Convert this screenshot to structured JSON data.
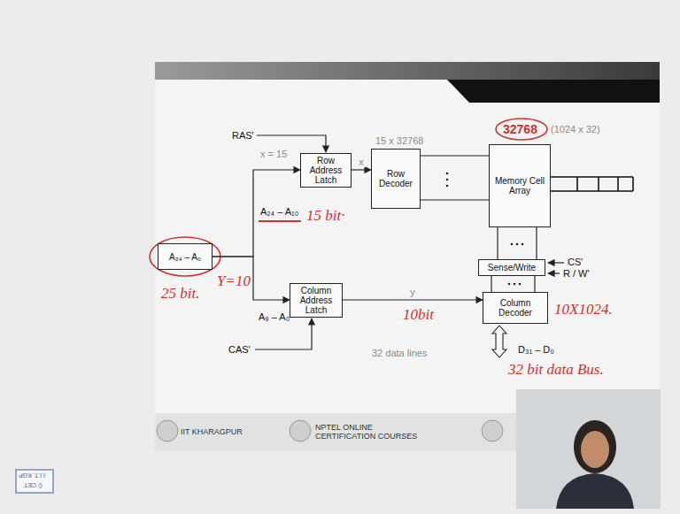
{
  "diagram": {
    "nodes": [
      {
        "text": [
          "Row Address Latch"
        ]
      },
      {
        "text": [
          "Row Decoder"
        ]
      },
      {
        "text": [
          "Memory Cell Array"
        ]
      },
      {
        "text": [
          "A₂₄ – A₀"
        ]
      },
      {
        "text": [
          "Column Address Latch"
        ]
      },
      {
        "text": [
          "Sense/Write"
        ]
      },
      {
        "text": [
          "Column Decoder"
        ]
      }
    ],
    "edges": [
      {
        "from": 3,
        "to": 0,
        "arrow": "to"
      },
      {
        "from": 3,
        "to": 4,
        "arrow": "to"
      },
      {
        "from": 0,
        "to": 1,
        "label": "x",
        "arrow": "to"
      },
      {
        "from": 1,
        "to": 2,
        "arrow": "none"
      },
      {
        "from": 4,
        "to": 6,
        "label": "y",
        "arrow": "to"
      },
      {
        "from": 2,
        "to": 5,
        "arrow": "none"
      },
      {
        "from": 5,
        "to": 6,
        "arrow": "none"
      }
    ],
    "labels": [
      "RAS'",
      "x = 15",
      "15 x 32768",
      "32768",
      "(1024 x 32)",
      "A₂₄ – A₁₀",
      "15 bit·",
      "25 bit.",
      "Y=10",
      "A₉ – A₀",
      "CAS'",
      "10bit",
      "10X1024.",
      "CS'",
      "R / W'",
      "32 data lines",
      "D₃₁ – D₀",
      "32 bit data Bus.",
      "IIT KHARAGPUR",
      "NPTEL ONLINE CERTIFICATION COURSES",
      "I.I.T. KGP",
      "© CET"
    ]
  }
}
